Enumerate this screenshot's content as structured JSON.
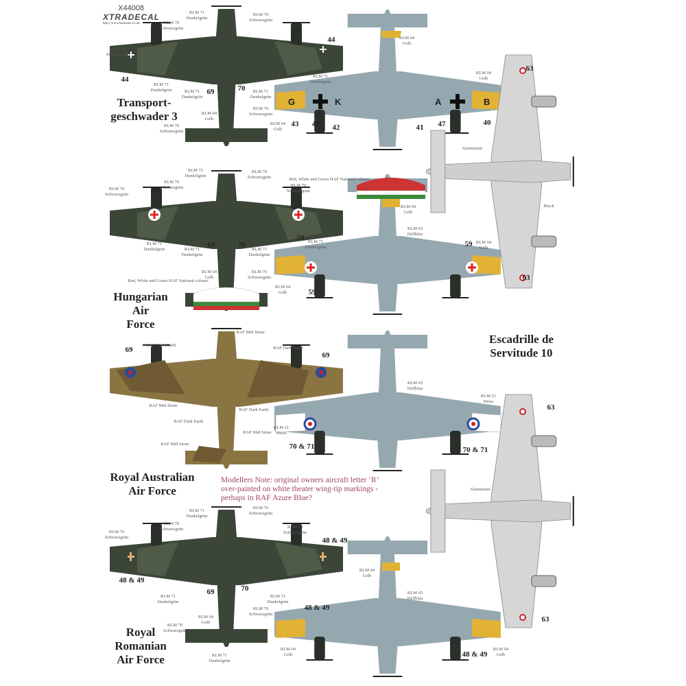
{
  "logo": {
    "code": "X44008",
    "brand": "XTRADECAL",
    "url": "http://www.hannants.co.uk"
  },
  "colors": {
    "schwarzgrun": "#3b4538",
    "dunkelgrun": "#4f5a47",
    "hellblau": "#8fa4ad",
    "gelb": "#e2b235",
    "dark_earth": "#6f5a34",
    "mid_stone": "#ad9655",
    "aluminium": "#d3d3d3"
  },
  "labels": [
    "RLM 70\nSchwarzgrün",
    "RLM 70\nSchwarzgrün",
    "RLM 71\nDunkelgrün",
    "RLM 70\nSchwarzgrün",
    "44",
    "RLM 71\nDunkelgrün",
    "69",
    "70",
    "RLM 71\nDunkelgrün",
    "RLM 71\nDunkelgrün",
    "RLM 04\nGelb",
    "RLM 70\nSchwarzgrün",
    "RLM 70\nSchwarzgrün",
    "Transport-\ngeschwader 3",
    "44",
    "RLM 04\nGelb",
    "RLM 71\nDunkelgrün",
    "RLM 04\nGelb",
    "43",
    "47",
    "42",
    "41",
    "47",
    "40",
    "RLM 04\nGelb",
    "63",
    "63",
    "Aluminium",
    "Black",
    "RLM 71\nDunkelgrün",
    "RLM 70\nSchwarzgrün",
    "RLM 70\nSchwarzgrün",
    "RLM 70\nSchwarzgrün",
    "59",
    "RLM 70\nSchwarzgrün",
    "RLM 71\nDunkelgrün",
    "RLM 71\nDunkelgrün",
    "69",
    "70",
    "RLM 71\nDunkelgrün",
    "59",
    "RLM 71\nDunkelgrün",
    "RLM 04\nGelb",
    "RLM 70\nSchwarzgrün",
    "Red, White and Green HAF National colours",
    "Red, White and Green HAF National colours",
    "RLM 04\nGelb",
    "RLM 65\nHellblau",
    "RLM 04\nGelb",
    "59",
    "RLM 04\nGelb",
    "59",
    "Hungarian\nAir\nForce",
    "RAF Mid Stone",
    "RAF Dark Earth",
    "RAF Dark Earth",
    "69",
    "69",
    "RAF Mid Stone",
    "RAF Dark Earth",
    "RAF Dark Earth",
    "RAF Mid Stone",
    "RAF Mid Stone",
    "RLM 65\nHellblau",
    "RLM 21\nWeiss",
    "RLM 21\nWeiss",
    "70 & 71",
    "70 & 71",
    "Escadrille de\nServitude 10",
    "63",
    "Aluminium",
    "63",
    "Royal Australian\nAir Force",
    "Modellers Note: original owners aircraft letter ‘R’\nover-painted on white theater wing-tip markings -\nperhaps in RAF Azure Blue?",
    "RLM 71\nDunkelgrün",
    "RLM 70\nSchwarzgrün",
    "RLM 70\nSchwarzgrün",
    "RLM 70\nSchwarzgrün",
    "48 & 49",
    "RLM 70\nSchwarzgrün",
    "48 & 49",
    "RLM 71\nDunkelgrün",
    "69",
    "70",
    "RLM 71\nDunkelgrün",
    "RLM 70\nSchwarzgrün",
    "RLM 04\nGelb",
    "RLM 70\nSchwarzgrün",
    "RLM 71\nDunkelgrün",
    "RLM 04\nGelb",
    "RLM 65\nHellblau",
    "48 & 49",
    "RLM 04\nGelb",
    "48 & 49",
    "RLM 04\nGelb",
    "Royal\nRomanian\nAir Force"
  ]
}
